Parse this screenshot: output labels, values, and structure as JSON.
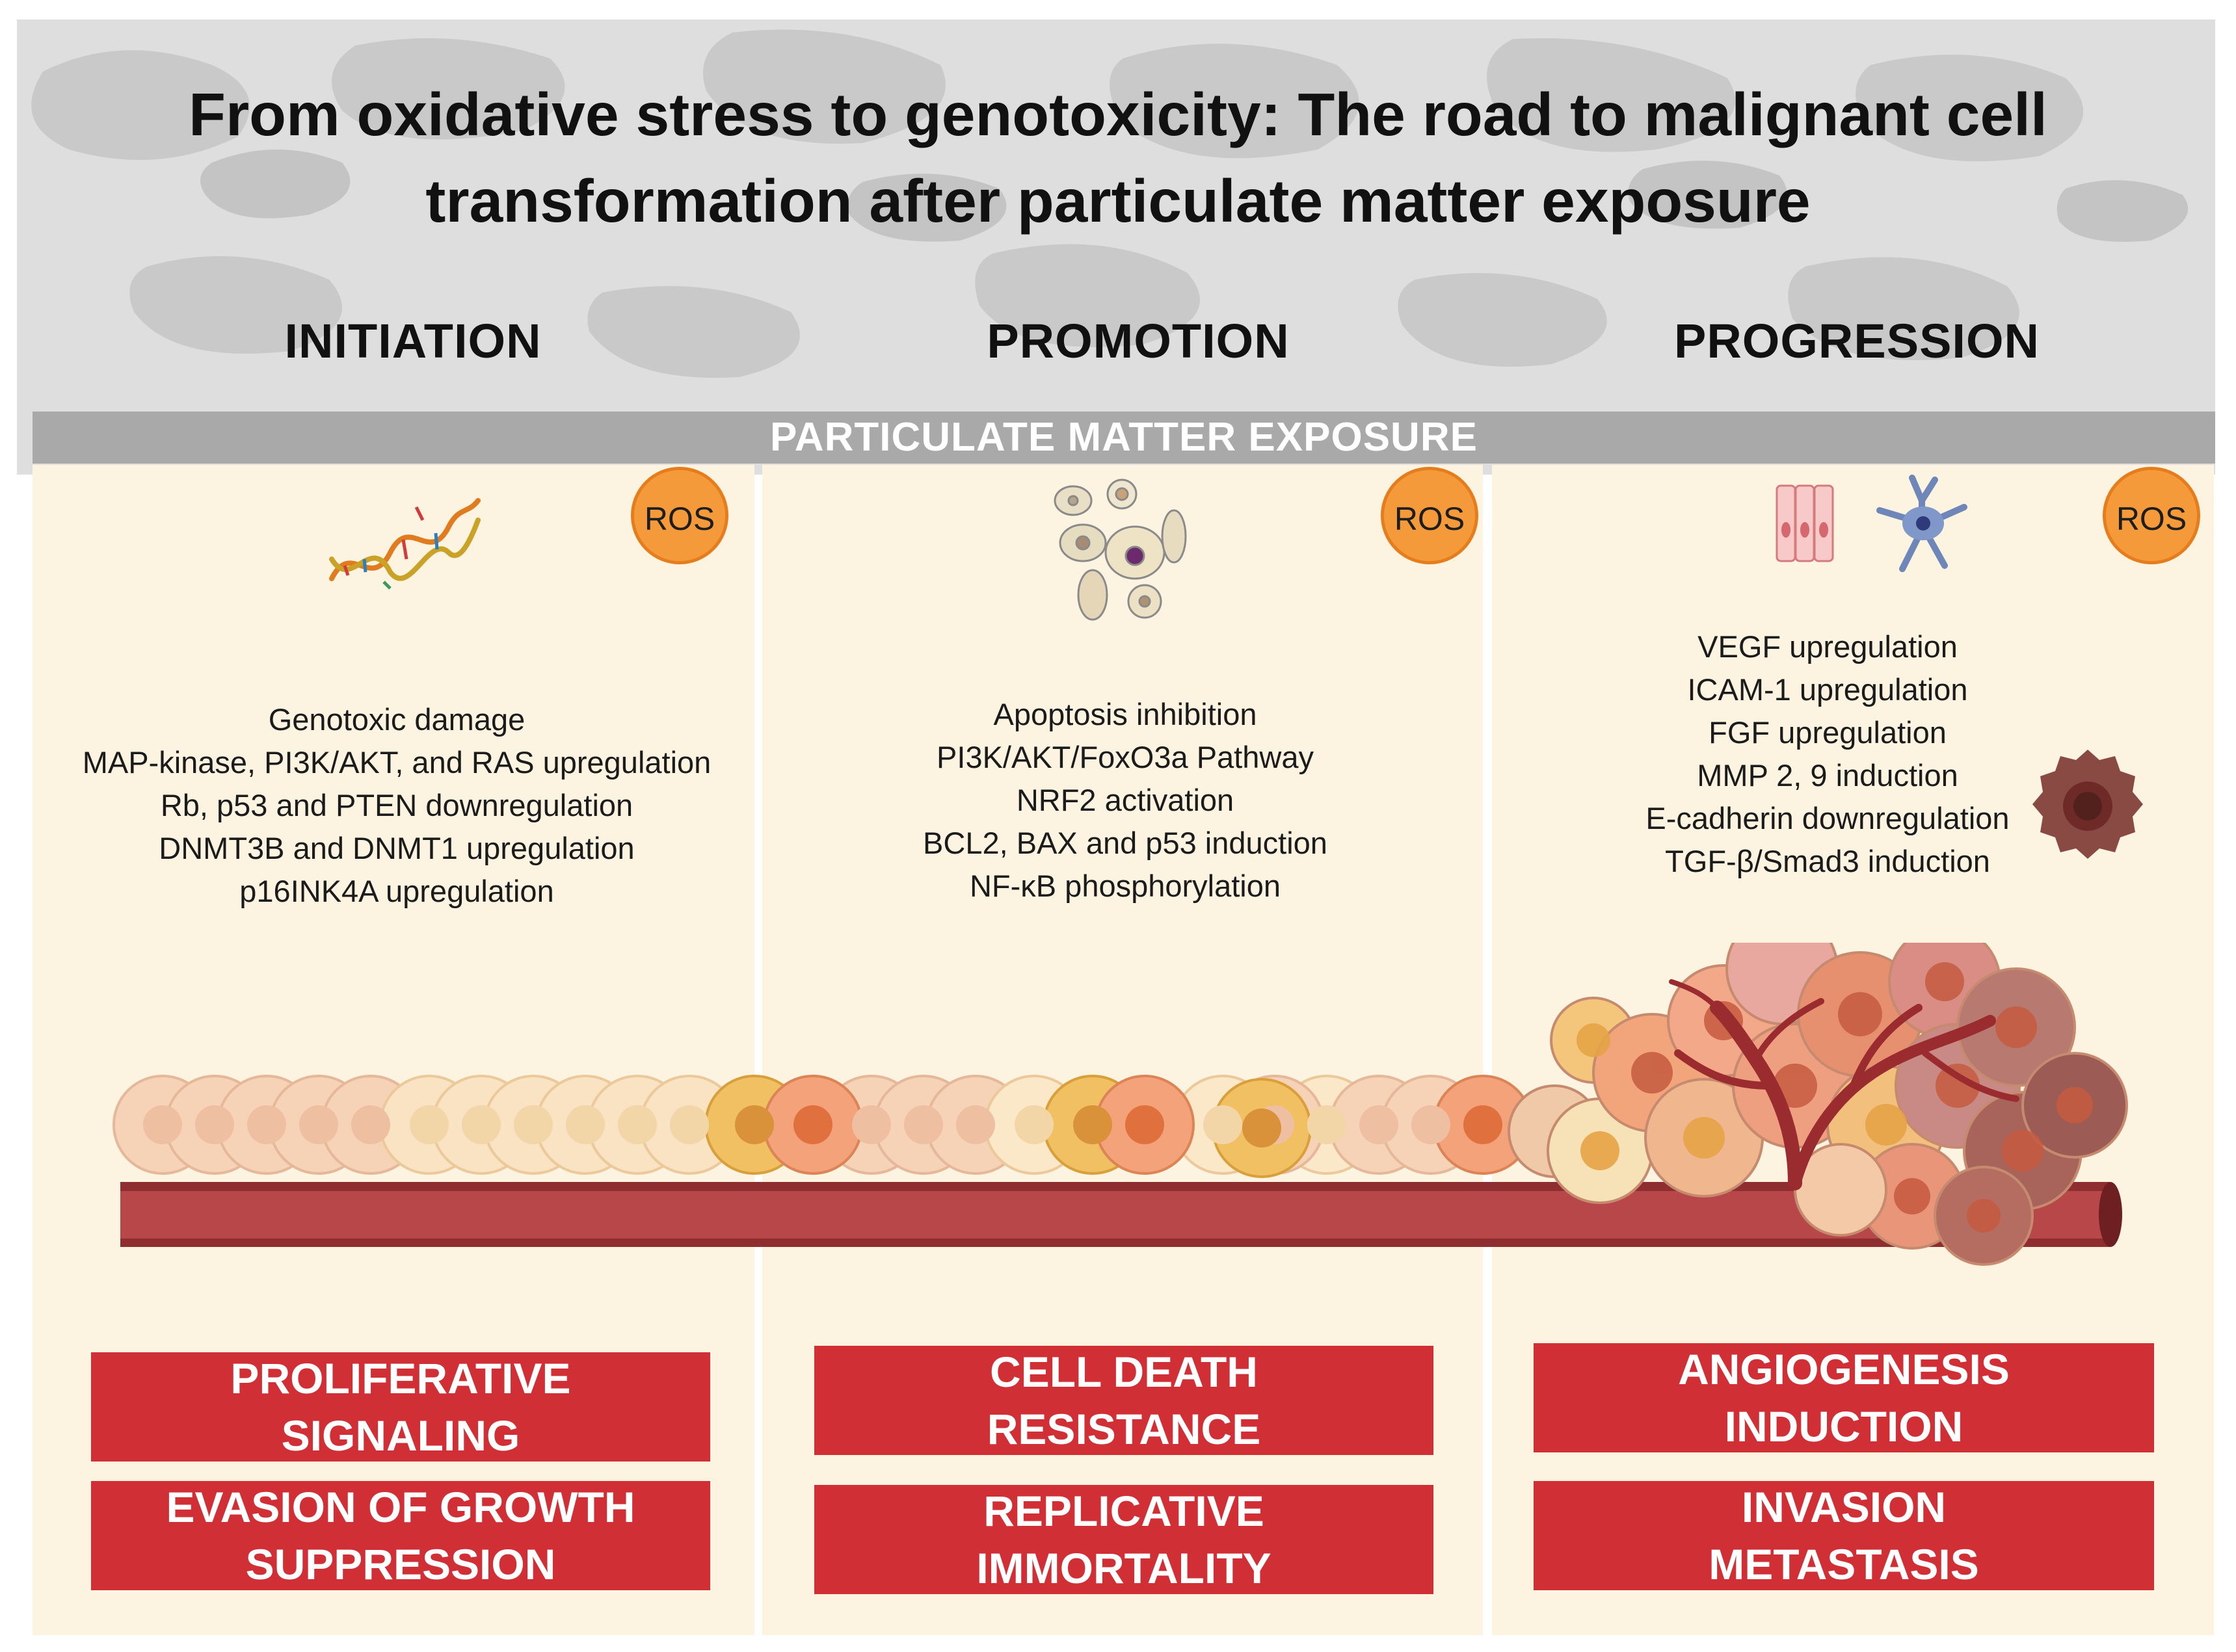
{
  "title": "From oxidative stress to genotoxicity: The road to malignant cell transformation after particulate matter exposure",
  "exposure_bar": "PARTICULATE MATTER EXPOSURE",
  "colors": {
    "sky": "#dcdcdc",
    "panel": "#fdf3e1",
    "bar": "#a9a9a9",
    "hallmark": "#cf2f35",
    "ros": "#f59a3b",
    "vessel": "#b8474a"
  },
  "stages": [
    {
      "name": "INITIATION",
      "ros": "ROS",
      "icon": "dna-damage-icon",
      "effects": [
        "Genotoxic damage",
        "MAP-kinase, PI3K/AKT, and RAS upregulation",
        "Rb, p53 and PTEN downregulation",
        "DNMT3B and DNMT1 upregulation",
        "p16INK4A upregulation"
      ],
      "hallmarks": [
        [
          "PROLIFERATIVE",
          "SIGNALING"
        ],
        [
          "EVASION OF GROWTH",
          "SUPPRESSION"
        ]
      ]
    },
    {
      "name": "PROMOTION",
      "ros": "ROS",
      "icon": "apoptotic-cells-icon",
      "effects": [
        "Apoptosis inhibition",
        "PI3K/AKT/FoxO3a Pathway",
        "NRF2 activation",
        "BCL2, BAX and p53 induction",
        "NF-κB phosphorylation"
      ],
      "hallmarks": [
        [
          "CELL DEATH",
          "RESISTANCE"
        ],
        [
          "REPLICATIVE",
          "IMMORTALITY"
        ]
      ]
    },
    {
      "name": "PROGRESSION",
      "ros": "ROS",
      "icon": "endothelial-and-immune-cell-icon",
      "effects": [
        "VEGF upregulation",
        "ICAM-1 upregulation",
        "FGF upregulation",
        "MMP 2, 9 induction",
        "E-cadherin downregulation",
        "TGF-β/Smad3  induction"
      ],
      "hallmarks": [
        [
          "ANGIOGENESIS",
          "INDUCTION"
        ],
        [
          "INVASION",
          "METASTASIS"
        ]
      ]
    }
  ]
}
